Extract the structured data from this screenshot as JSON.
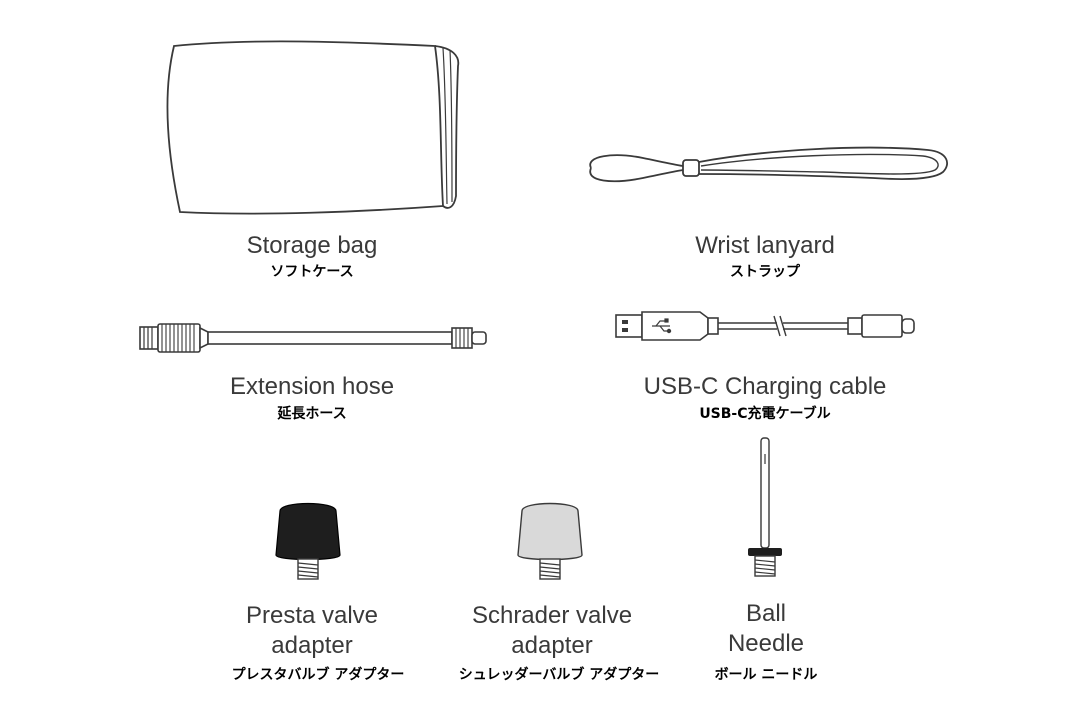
{
  "items": {
    "storage_bag": {
      "en": "Storage bag",
      "jp": "ソフトケース",
      "icon": "storage-bag-icon"
    },
    "wrist_lanyard": {
      "en": "Wrist lanyard",
      "jp": "ストラップ",
      "icon": "wrist-lanyard-icon"
    },
    "extension_hose": {
      "en": "Extension hose",
      "jp": "延長ホース",
      "icon": "extension-hose-icon"
    },
    "usb_c_cable": {
      "en": "USB-C Charging cable",
      "jp": "USB-C充電ケーブル",
      "icon": "usb-c-cable-icon"
    },
    "presta_adapter": {
      "en_line1": "Presta valve",
      "en_line2": "adapter",
      "jp": "プレスタバルブ アダプター",
      "icon": "presta-adapter-icon"
    },
    "schrader_adapter": {
      "en_line1": "Schrader valve",
      "en_line2": "adapter",
      "jp": "シュレッダーバルブ アダプター",
      "icon": "schrader-adapter-icon"
    },
    "ball_needle": {
      "en_line1": "Ball",
      "en_line2": "Needle",
      "jp": "ボール ニードル",
      "icon": "ball-needle-icon"
    }
  },
  "colors": {
    "line_art": "#3a3a3a",
    "presta_cap": "#1e1e1e",
    "schrader_cap": "#d9d9d9",
    "label_en": "#3a3a3a",
    "label_jp": "#000000"
  }
}
